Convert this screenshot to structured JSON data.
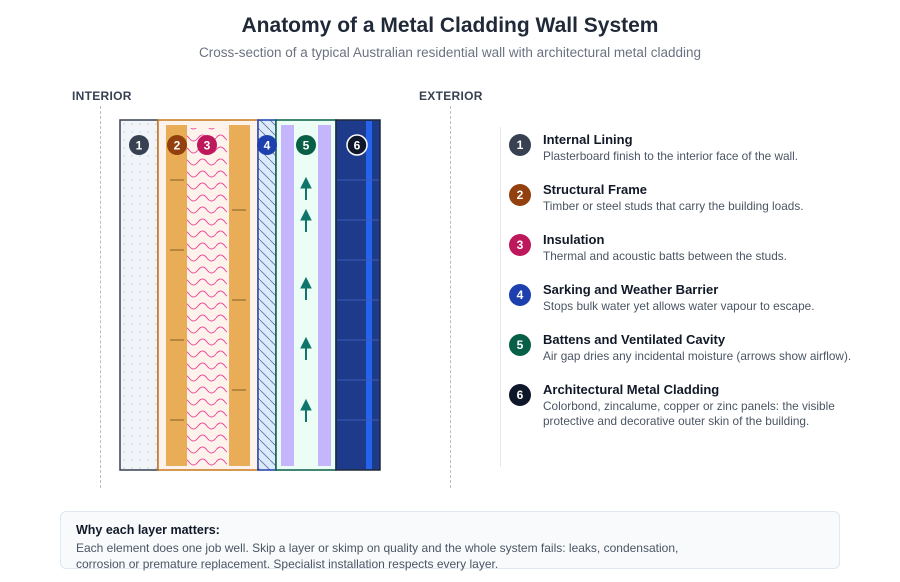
{
  "header": {
    "title": "Anatomy of a Metal Cladding Wall System",
    "subtitle": "Cross-section of a typical Australian residential wall with architectural metal cladding"
  },
  "labels": {
    "interior": "INTERIOR",
    "exterior": "EXTERIOR"
  },
  "colors": {
    "lining": "#f1f5f9",
    "frame": "#e9ad57",
    "insulation": "#d81b60",
    "sarking": "#dbeafe",
    "batten": "#c4b5fd",
    "airflow": "#0f766e",
    "cladding": "#1e3a8a"
  },
  "layers": [
    {
      "number": "1",
      "badge_color": "#374151",
      "title": "Internal Lining",
      "description": "Plasterboard finish to the interior face of the wall."
    },
    {
      "number": "2",
      "badge_color": "#92400e",
      "title": "Structural Frame",
      "description": "Timber or steel studs that carry the building loads."
    },
    {
      "number": "3",
      "badge_color": "#be185d",
      "title": "Insulation",
      "description": "Thermal and acoustic batts between the studs."
    },
    {
      "number": "4",
      "badge_color": "#1e40af",
      "title": "Sarking and Weather Barrier",
      "description": "Stops bulk water yet allows water vapour to escape."
    },
    {
      "number": "5",
      "badge_color": "#065f46",
      "title": "Battens and Ventilated Cavity",
      "description": "Air gap dries any incidental moisture (arrows show airflow)."
    },
    {
      "number": "6",
      "badge_color": "#0f172a",
      "title": "Architectural Metal Cladding",
      "description": "Colorbond, zincalume, copper or zinc panels: the visible protective and decorative outer skin of the building."
    }
  ],
  "note": {
    "title": "Why each layer matters:",
    "text": "Each element does one job well. Skip a layer or skimp on quality and the whole system fails: leaks, condensation, corrosion or premature replacement. Specialist installation respects every layer."
  }
}
